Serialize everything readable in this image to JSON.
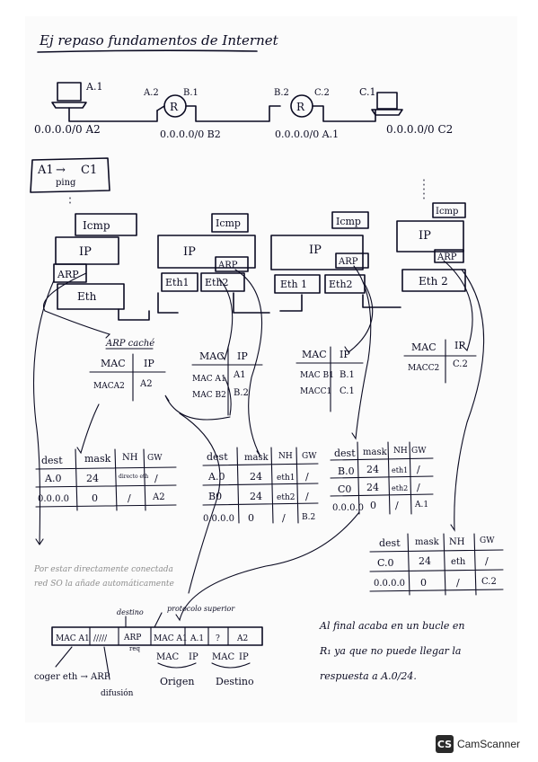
{
  "title": "Ej repaso fundamentos de Internet",
  "topology": {
    "hosts": [
      {
        "name": "A.1",
        "net": "0.0.0.0/0 A2"
      },
      {
        "name": "C.1",
        "net": "0.0.0.0/0 C2"
      }
    ],
    "routers": [
      {
        "left_iface": "A.2",
        "right_iface": "B.1",
        "net": "0.0.0.0/0 B2"
      },
      {
        "left_iface": "B.2",
        "right_iface": "C.2",
        "net": "0.0.0.0/0 A.1"
      }
    ]
  },
  "ping_box": {
    "from": "A1",
    "arrow": "→",
    "to": "C1",
    "action": "ping"
  },
  "stacks": {
    "host_a": {
      "icmp": "Icmp",
      "ip": "IP",
      "arp": "ARP",
      "eth": "Eth"
    },
    "router_1": {
      "icmp": "Icmp",
      "ip": "IP",
      "arp": "ARP",
      "eth1": "Eth1",
      "eth2": "Eth2"
    },
    "router_2": {
      "icmp": "Icmp",
      "ip": "IP",
      "arp": "ARP",
      "eth1": "Eth 1",
      "eth2": "Eth2"
    },
    "host_c": {
      "icmp": "Icmp",
      "ip": "IP",
      "arp": "ARP",
      "eth": "Eth 2"
    }
  },
  "arp_tables": [
    {
      "caption": "ARP caché",
      "head": [
        "MAC",
        "IP"
      ],
      "rows": [
        [
          "MACA2",
          "A2"
        ]
      ]
    },
    {
      "caption": "",
      "head": [
        "MAC",
        "IP"
      ],
      "rows": [
        [
          "MAC A1",
          "A1"
        ],
        [
          "MAC B2",
          "B.2"
        ]
      ]
    },
    {
      "caption": "",
      "head": [
        "MAC",
        "IP"
      ],
      "rows": [
        [
          "MAC B1",
          "B.1"
        ],
        [
          "MACC1",
          "C.1"
        ]
      ]
    },
    {
      "caption": "",
      "head": [
        "MAC",
        "IP"
      ],
      "rows": [
        [
          "MACC2",
          "C.2"
        ]
      ]
    }
  ],
  "routing_tables": [
    {
      "head": [
        "dest",
        "mask",
        "NH",
        "GW"
      ],
      "rows": [
        [
          "A.0",
          "24",
          "directo eth",
          "/"
        ],
        [
          "0.0.0.0",
          "0",
          "/",
          "A2"
        ]
      ]
    },
    {
      "head": [
        "dest",
        "mask",
        "NH",
        "GW"
      ],
      "rows": [
        [
          "A.0",
          "24",
          "eth1",
          "/"
        ],
        [
          "B0",
          "24",
          "eth2",
          "/"
        ],
        [
          "0.0.0.0",
          "0",
          "/",
          "B.2"
        ]
      ]
    },
    {
      "head": [
        "dest",
        "mask",
        "NH",
        "GW"
      ],
      "rows": [
        [
          "B.0",
          "24",
          "eth1",
          "/"
        ],
        [
          "C0",
          "24",
          "eth2",
          "/"
        ],
        [
          "0.0.0.0",
          "0",
          "/",
          "A.1"
        ]
      ]
    },
    {
      "head": [
        "dest",
        "mask",
        "NH",
        "GW"
      ],
      "rows": [
        [
          "C.0",
          "24",
          "eth",
          "/"
        ],
        [
          "0.0.0.0",
          "0",
          "/",
          "C.2"
        ]
      ]
    }
  ],
  "pencil_note": {
    "line1": "Por estar directamente conectada",
    "line2": "red SO la añade automáticamente"
  },
  "frame": {
    "cells": [
      "MAC A1",
      "/////",
      "ARP",
      "MAC A1",
      "A.1",
      "?",
      "A2"
    ],
    "labels": {
      "dest": "destino",
      "proto": "protocolo superior",
      "mac_o": "MAC",
      "ip_o": "IP",
      "mac_d": "MAC",
      "ip_d": "IP",
      "ori": "Origen",
      "des": "Destino",
      "coger": "coger eth → ARP",
      "difu": "difusión",
      "req": "req"
    }
  },
  "final_note": {
    "line1": "Al final acaba en un bucle en",
    "line2": "R₁ ya que no puede llegar la",
    "line3": "respuesta a A.0/24."
  },
  "footer": {
    "logo": "CS",
    "brand": "CamScanner"
  }
}
